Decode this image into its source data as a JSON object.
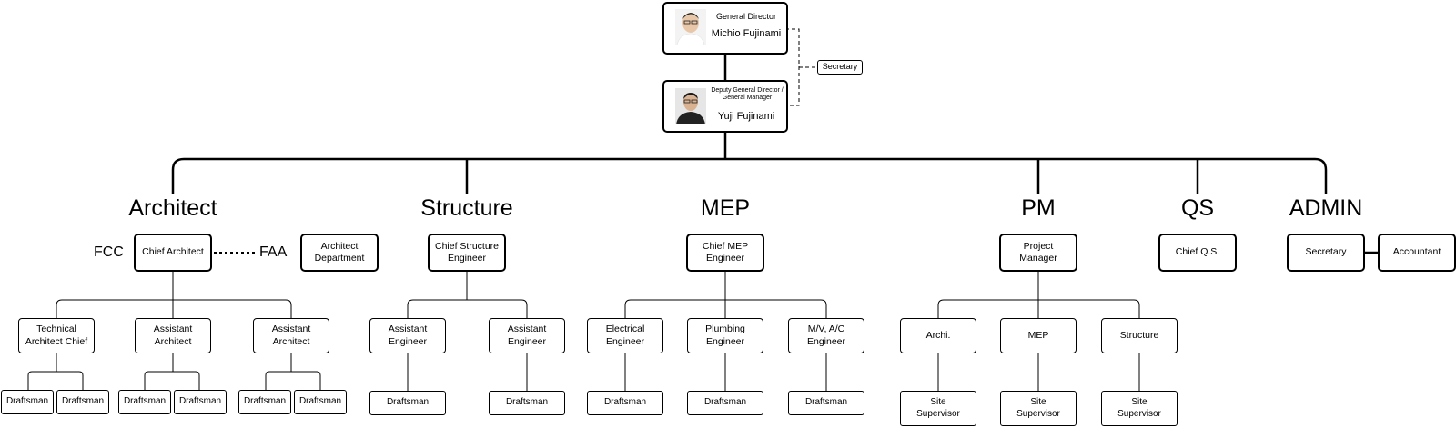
{
  "top": {
    "director": {
      "title": "General Director",
      "name": "Michio Fujinami"
    },
    "deputy": {
      "title": "Deputy General Director /\nGeneral Manager",
      "name": "Yuji Fujinami"
    },
    "secretary": "Secretary"
  },
  "departments": {
    "architect": "Architect",
    "structure": "Structure",
    "mep": "MEP",
    "pm": "PM",
    "qs": "QS",
    "admin": "ADMIN"
  },
  "architect": {
    "fcc": "FCC",
    "faa": "FAA",
    "chief": "Chief Architect",
    "department": "Architect\nDepartment",
    "subs": [
      "Technical\nArchitect Chief",
      "Assistant\nArchitect",
      "Assistant\nArchitect"
    ],
    "draftsman": "Draftsman"
  },
  "structure": {
    "chief": "Chief Structure\nEngineer",
    "subs": [
      "Assistant\nEngineer",
      "Assistant\nEngineer"
    ],
    "draftsman": "Draftsman"
  },
  "mep": {
    "chief": "Chief MEP\nEngineer",
    "subs": [
      "Electrical\nEngineer",
      "Plumbing\nEngineer",
      "M/V, A/C\nEngineer"
    ],
    "draftsman": "Draftsman"
  },
  "pm": {
    "manager": "Project\nManager",
    "subs": [
      "Archi.",
      "MEP",
      "Structure"
    ],
    "supervisor": "Site\nSupervisor"
  },
  "qs": {
    "chief": "Chief Q.S."
  },
  "admin": {
    "secretary": "Secretary",
    "accountant": "Accountant"
  }
}
